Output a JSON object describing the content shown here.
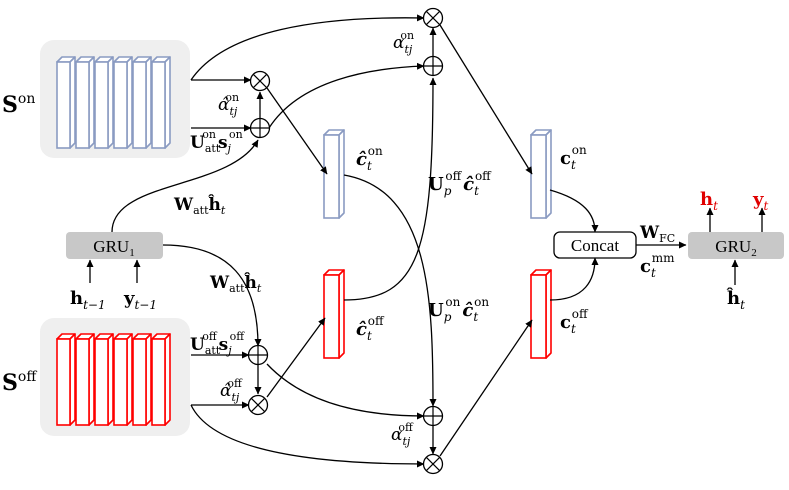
{
  "colors": {
    "on_stroke": "#8a9bc2",
    "off_stroke": "#ff0000",
    "panel_fill": "#efefef",
    "gru_fill": "#c8c8c8",
    "highlight": "#e00000",
    "line": "#000000"
  },
  "labels": {
    "s_on_base": "S",
    "s_on_sup": "on",
    "s_off_base": "S",
    "s_off_sup": "off",
    "gru1_base": "GRU",
    "gru1_sub": "1",
    "gru2_base": "GRU",
    "gru2_sub": "2",
    "concat": "Concat",
    "h_t_minus_1_base": "h",
    "h_t_minus_1_sub": "t−1",
    "y_t_minus_1_base": "y",
    "y_t_minus_1_sub": "t−1",
    "h_hat_t_base": "ĥ",
    "h_hat_t_sub": "t",
    "out_h_base": "h",
    "out_h_sub": "t",
    "out_y_base": "y",
    "out_y_sub": "t",
    "w_att_top_base": "W",
    "w_att_top_sub": "att",
    "w_att_top_h": "ĥ",
    "w_att_top_t": "t",
    "w_att_bot_base": "W",
    "w_att_bot_sub": "att",
    "w_att_bot_h": "ĥ",
    "w_att_bot_t": "t",
    "u_att_on_base": "U",
    "u_att_on_sub": "att",
    "u_att_on_sup": "on",
    "u_att_on_s": "s",
    "u_att_on_s_sub": "j",
    "u_att_on_s_sup": "on",
    "u_att_off_base": "U",
    "u_att_off_sub": "att",
    "u_att_off_sup": "off",
    "u_att_off_s": "s",
    "u_att_off_s_sub": "j",
    "u_att_off_s_sup": "off",
    "alpha_hat_on_base": "α̂",
    "alpha_hat_on_sub": "tj",
    "alpha_hat_on_sup": "on",
    "alpha_hat_off_base": "α̂",
    "alpha_hat_off_sub": "tj",
    "alpha_hat_off_sup": "off",
    "alpha_on_base": "α",
    "alpha_on_sub": "tj",
    "alpha_on_sup": "on",
    "alpha_off_base": "α",
    "alpha_off_sub": "tj",
    "alpha_off_sup": "off",
    "c_hat_on_base": "ĉ",
    "c_hat_on_sub": "t",
    "c_hat_on_sup": "on",
    "c_hat_off_base": "ĉ",
    "c_hat_off_sub": "t",
    "c_hat_off_sup": "off",
    "c_on_base": "c",
    "c_on_sub": "t",
    "c_on_sup": "on",
    "c_off_base": "c",
    "c_off_sub": "t",
    "c_off_sup": "off",
    "up_off_base": "U",
    "up_off_sub": "p",
    "up_off_sup": "off",
    "up_off_c": "ĉ",
    "up_off_c_sub": "t",
    "up_off_c_sup": "off",
    "up_on_base": "U",
    "up_on_sub": "p",
    "up_on_sup": "on",
    "up_on_c": "ĉ",
    "up_on_c_sub": "t",
    "up_on_c_sup": "on",
    "wfc_base": "W",
    "wfc_sub": "FC",
    "cmm_base": "c",
    "cmm_sub": "t",
    "cmm_sup": "mm"
  }
}
